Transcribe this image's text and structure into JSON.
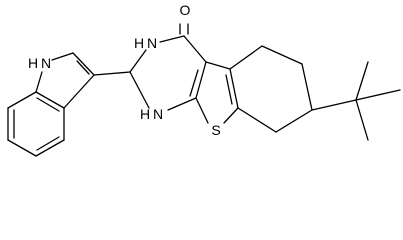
{
  "atoms": {
    "o1": "O",
    "n_indole": "N",
    "h_indole": "H",
    "n3": "N",
    "h_n3": "H",
    "n1": "N",
    "h_n1": "H",
    "s1": "S"
  },
  "colors": {
    "bond": "#000000",
    "label": "#000000",
    "background": "#ffffff"
  }
}
